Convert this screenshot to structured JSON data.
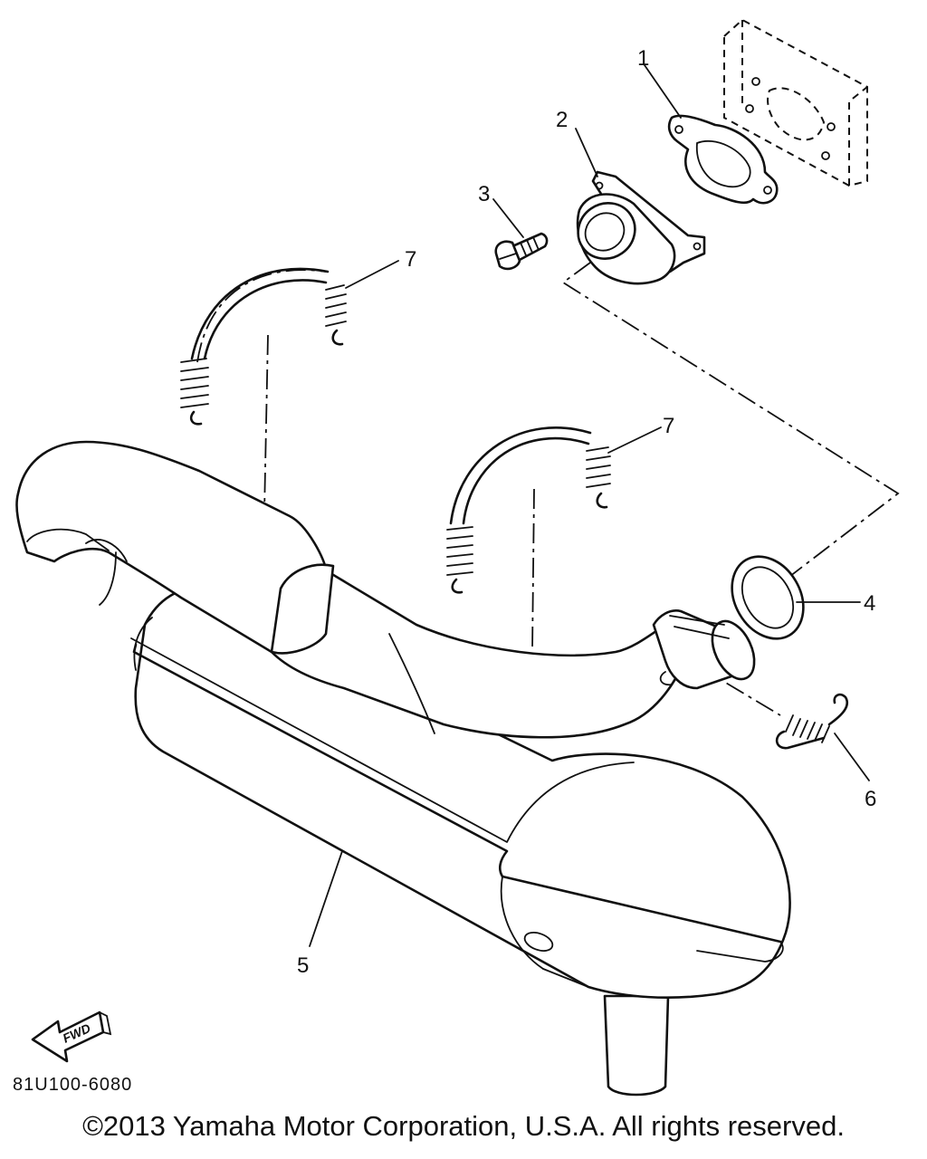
{
  "callouts": [
    {
      "id": "1",
      "label": "1"
    },
    {
      "id": "2",
      "label": "2"
    },
    {
      "id": "3",
      "label": "3"
    },
    {
      "id": "4",
      "label": "4"
    },
    {
      "id": "5",
      "label": "5"
    },
    {
      "id": "6",
      "label": "6"
    },
    {
      "id": "7a",
      "label": "7"
    },
    {
      "id": "7b",
      "label": "7"
    }
  ],
  "fwd_label": "FWD",
  "drawing_code": "81U100-6080",
  "copyright": "©2013 Yamaha Motor Corporation, U.S.A. All rights reserved."
}
